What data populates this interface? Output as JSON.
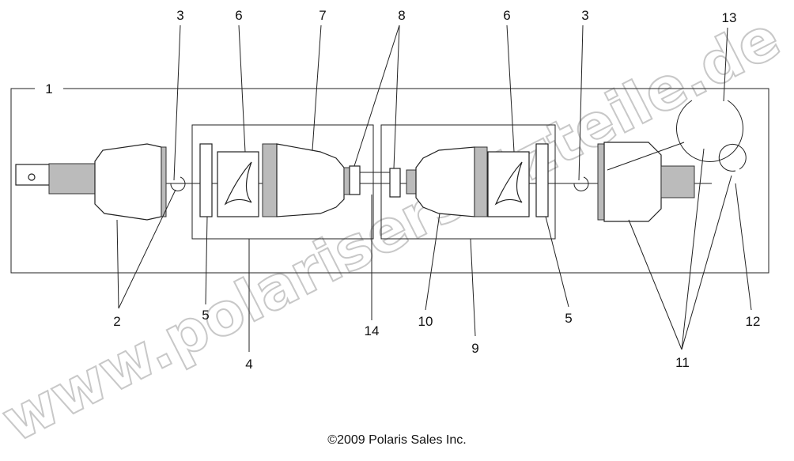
{
  "diagram": {
    "callouts": [
      "1",
      "3",
      "6",
      "7",
      "8",
      "6",
      "3",
      "13",
      "2",
      "5",
      "4",
      "14",
      "10",
      "9",
      "5",
      "11",
      "12"
    ],
    "watermark": "www.polarisersatzteile.de",
    "copyright": "©2009 Polaris Sales Inc."
  }
}
